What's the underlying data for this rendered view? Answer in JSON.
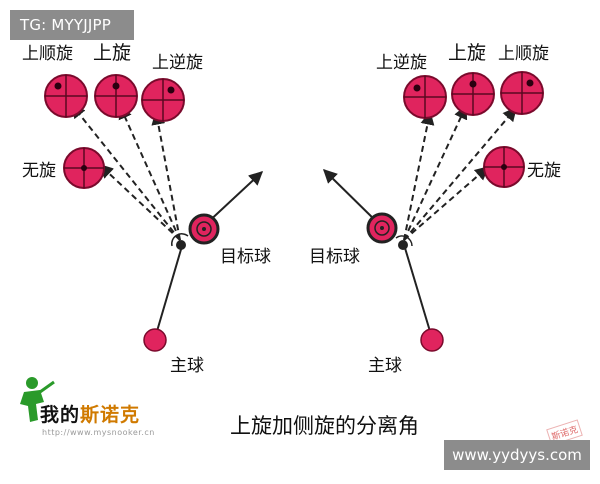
{
  "watermark_tl": "TG: MYYJJPP",
  "watermark_br": "www.yydyys.com",
  "caption": "上旋加侧旋的分离角",
  "logo": {
    "text_a": "我的",
    "text_b": "斯诺克",
    "url": "http://www.mysnooker.cn"
  },
  "stamp": "斯诺克",
  "left_panel": {
    "labels": {
      "top_spin_heavy": "上顺旋",
      "top_spin": "上旋",
      "top_reverse": "上逆旋",
      "no_spin": "无旋",
      "object_ball": "目标球",
      "cue_ball": "主球"
    }
  },
  "right_panel": {
    "labels": {
      "top_reverse": "上逆旋",
      "top_spin": "上旋",
      "top_spin_heavy": "上顺旋",
      "no_spin": "无旋",
      "object_ball": "目标球",
      "cue_ball": "主球"
    }
  },
  "colors": {
    "ball": "#e0245e",
    "ball_dark": "#7a0a2c",
    "arrow": "#222222"
  }
}
